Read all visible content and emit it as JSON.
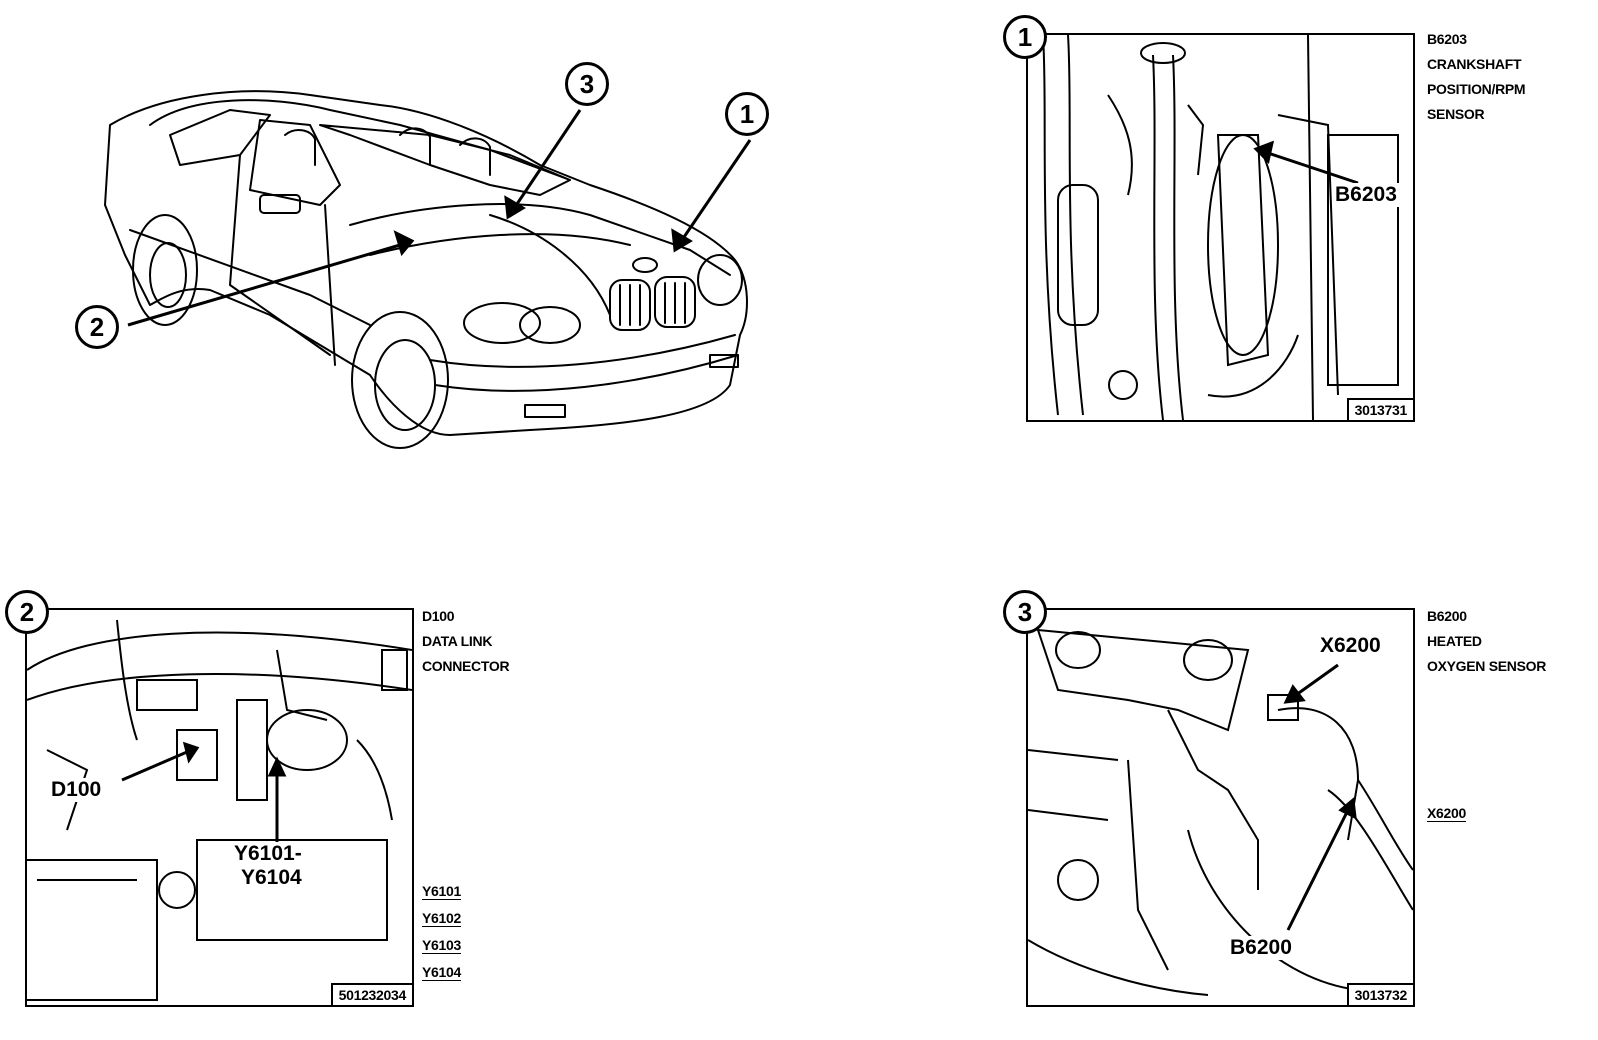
{
  "overview": {
    "callouts": [
      "1",
      "2",
      "3"
    ]
  },
  "panel1": {
    "number": "1",
    "caption": [
      "B6203",
      "CRANKSHAFT",
      "POSITION/RPM",
      "SENSOR"
    ],
    "pointer_label": "B6203",
    "figure_number": "3013731"
  },
  "panel2": {
    "number": "2",
    "caption": [
      "D100",
      "DATA LINK",
      "CONNECTOR"
    ],
    "pointer_d100": "D100",
    "pointer_y_line1": "Y6101-",
    "pointer_y_line2": "Y6104",
    "side_codes": [
      "Y6101",
      "Y6102",
      "Y6103",
      "Y6104"
    ],
    "figure_number": "501232034"
  },
  "panel3": {
    "number": "3",
    "caption": [
      "B6200",
      "HEATED",
      "OXYGEN SENSOR"
    ],
    "side_code": "X6200",
    "pointer_x6200": "X6200",
    "pointer_b6200": "B6200",
    "figure_number": "3013732"
  }
}
